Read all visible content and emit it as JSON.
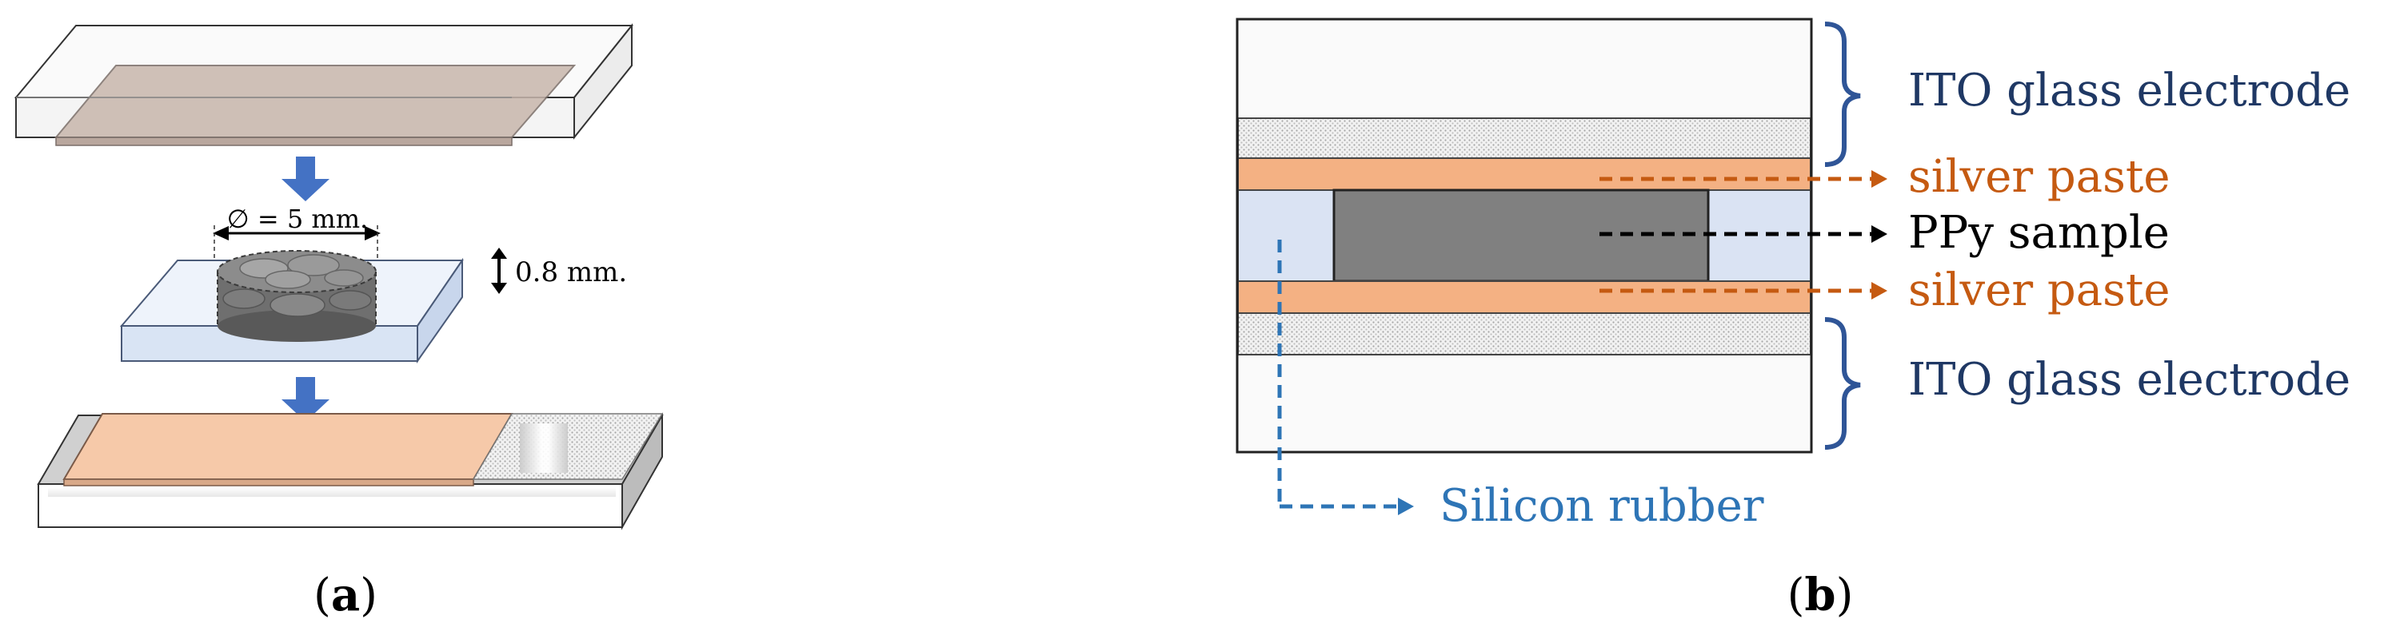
{
  "panel_a": {
    "caption_open": "(",
    "caption_letter": "a",
    "caption_close": ")",
    "diameter_label": "∅ = 5 mm.",
    "thickness_label": "0.8 mm."
  },
  "panel_b": {
    "caption_open": "(",
    "caption_letter": "b",
    "caption_close": ")",
    "label_ito_top": "ITO glass electrode",
    "label_silver_top": "silver paste",
    "label_ppy": "PPy sample",
    "label_silver_bottom": "silver paste",
    "label_ito_bottom": "ITO glass electrode",
    "label_silicon": "Silicon rubber"
  },
  "colors": {
    "arrow_blue": "#4472c4",
    "silver_orange": "#f4b183",
    "orange_text": "#c55a11",
    "navy_text": "#1f3864",
    "ppy_gray": "#808080",
    "rubber_blue": "#dae3f3",
    "silicon_text": "#2e75b6"
  }
}
